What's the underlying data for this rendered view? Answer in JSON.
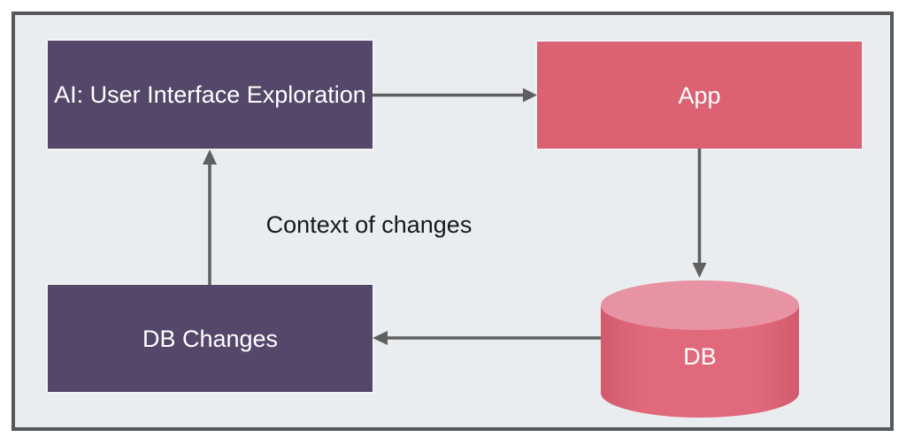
{
  "canvas": {
    "background": "#ffffff",
    "frame_fill": "#e9edf0",
    "frame_border_color": "#56585b"
  },
  "nodes": {
    "ai": {
      "label": "AI: User Interface Exploration",
      "shape": "rectangle",
      "fill": "#554769",
      "text_color": "#ffffff"
    },
    "app": {
      "label": "App",
      "shape": "rectangle",
      "fill": "#db6272",
      "text_color": "#ffffff"
    },
    "db_changes": {
      "label": "DB Changes",
      "shape": "rectangle",
      "fill": "#554769",
      "text_color": "#ffffff"
    },
    "db": {
      "label": "DB",
      "shape": "cylinder",
      "fill": "#db6272",
      "top_fill": "#e893a4",
      "text_color": "#ffffff"
    }
  },
  "edges": {
    "ai_to_app": {
      "from": "ai",
      "to": "app",
      "direction": "right",
      "label": ""
    },
    "app_to_db": {
      "from": "app",
      "to": "db",
      "direction": "down",
      "label": ""
    },
    "db_to_db_changes": {
      "from": "db",
      "to": "db_changes",
      "direction": "left",
      "label": ""
    },
    "db_changes_to_ai": {
      "from": "db_changes",
      "to": "ai",
      "direction": "up",
      "label": "Context of changes"
    }
  },
  "arrow_color": "#5f5f5f"
}
